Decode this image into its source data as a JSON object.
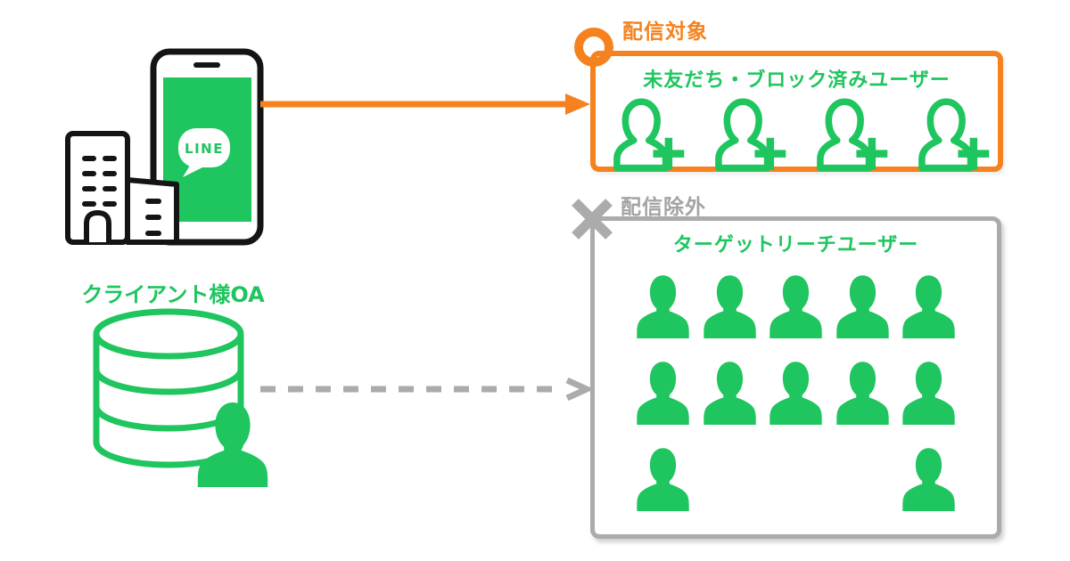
{
  "diagram": {
    "client": {
      "label": "クライアント様OA",
      "line_logo_text": "LINE"
    },
    "delivery_target": {
      "tag": "配信対象",
      "title": "未友だち・ブロック済みユーザー",
      "icon_count": 4
    },
    "delivery_excluded": {
      "tag": "配信除外",
      "title": "ターゲットリーチユーザー",
      "icon_count": 12
    },
    "colors": {
      "green": "#1fc55e",
      "orange": "#f5821f",
      "gray": "#ababab",
      "gray-text": "#a3a3a3",
      "black": "#141414"
    }
  }
}
